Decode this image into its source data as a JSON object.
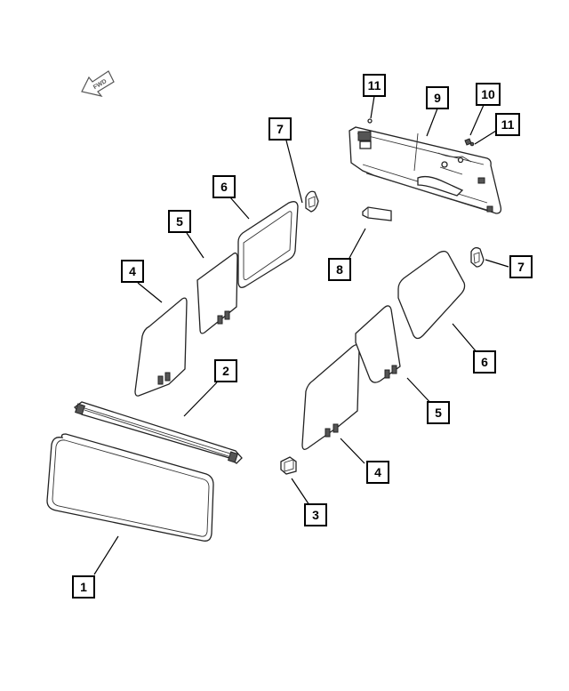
{
  "fwd_arrow": {
    "label": "FWD"
  },
  "callouts": [
    {
      "id": "c11a",
      "label": "11"
    },
    {
      "id": "c9",
      "label": "9"
    },
    {
      "id": "c10",
      "label": "10"
    },
    {
      "id": "c11b",
      "label": "11"
    },
    {
      "id": "c7a",
      "label": "7"
    },
    {
      "id": "c6a",
      "label": "6"
    },
    {
      "id": "c5a",
      "label": "5"
    },
    {
      "id": "c4a",
      "label": "4"
    },
    {
      "id": "c8",
      "label": "8"
    },
    {
      "id": "c7b",
      "label": "7"
    },
    {
      "id": "c6b",
      "label": "6"
    },
    {
      "id": "c2",
      "label": "2"
    },
    {
      "id": "c5b",
      "label": "5"
    },
    {
      "id": "c4b",
      "label": "4"
    },
    {
      "id": "c3",
      "label": "3"
    },
    {
      "id": "c1",
      "label": "1"
    }
  ]
}
